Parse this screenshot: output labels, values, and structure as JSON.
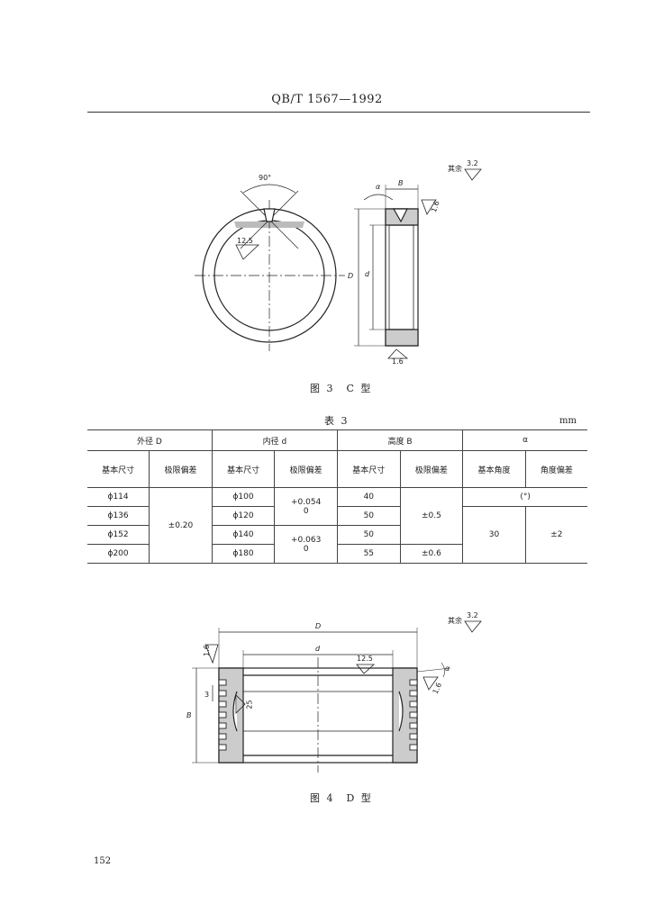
{
  "header": {
    "title": "QB/T 1567—1992"
  },
  "figure3": {
    "caption": "图 3　C 型",
    "angle_label": "90°",
    "roughness_top": "12.5",
    "rest_roughness_label": "其余",
    "rest_roughness_value": "3.2",
    "dim_B": "B",
    "dim_alpha": "α",
    "dim_D": "D",
    "dim_d": "d",
    "roughness_side": "1.6",
    "roughness_bottom": "1.6"
  },
  "table3": {
    "title": "表 3",
    "unit": "mm",
    "group_headers": [
      "外径 D",
      "内径 d",
      "高度 B",
      "α"
    ],
    "sub_headers": [
      "基本尺寸",
      "极限偏差",
      "基本尺寸",
      "极限偏差",
      "基本尺寸",
      "极限偏差",
      "基本角度",
      "角度偏差"
    ],
    "angle_unit": "(°)",
    "outer_sizes": [
      "ϕ114",
      "ϕ136",
      "ϕ152",
      "ϕ200"
    ],
    "outer_tol": "±0.20",
    "inner_sizes": [
      "ϕ100",
      "ϕ120",
      "ϕ140",
      "ϕ180"
    ],
    "inner_tol_1_upper": "+0.054",
    "inner_tol_1_lower": "0",
    "inner_tol_2_upper": "+0.063",
    "inner_tol_2_lower": "0",
    "height_sizes": [
      "40",
      "50",
      "50",
      "55"
    ],
    "height_tol_1": "±0.5",
    "height_tol_2": "±0.6",
    "angle_basic": "30",
    "angle_tol": "±2"
  },
  "figure4": {
    "caption": "图 4　D 型",
    "rest_roughness_label": "其余",
    "rest_roughness_value": "3.2",
    "dim_D": "D",
    "dim_d": "d",
    "dim_B": "B",
    "dim_3": "3",
    "roughness_inner": "12.5",
    "roughness_left": "1.6",
    "roughness_right": "1.6",
    "roughness_groove": "25",
    "dim_alpha": "α"
  },
  "page_number": "152"
}
